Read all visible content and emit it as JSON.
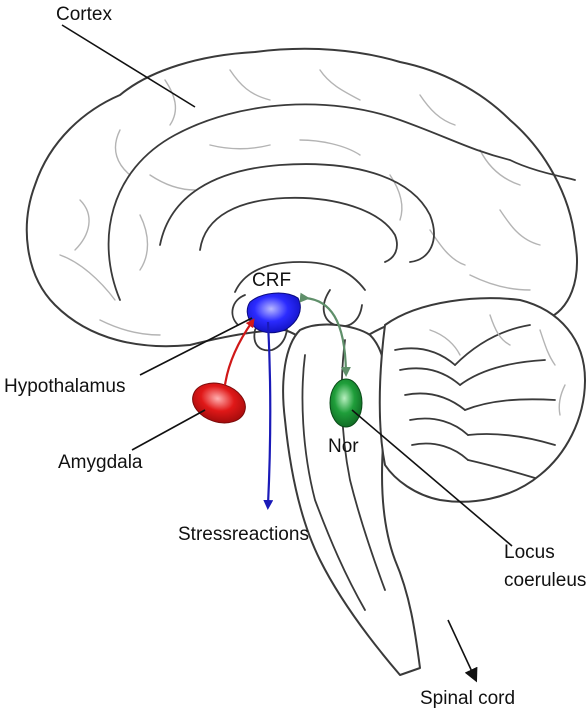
{
  "labels": {
    "cortex": "Cortex",
    "crf": "CRF",
    "hypothalamus": "Hypothalamus",
    "amygdala": "Amygdala",
    "nor": "Nor",
    "stressreactions": "Stressreactions",
    "locus_line1": "Locus",
    "locus_line2": "coeruleus",
    "spinal_cord": "Spinal cord"
  },
  "colors": {
    "hypothalamus": "#2b2bff",
    "amygdala": "#e01818",
    "locus_coeruleus": "#1f9e3a",
    "stress_arrow": "#1a1ab8",
    "nor_arrow": "#5f8f6a",
    "amygdala_arrow": "#d01818",
    "outline": "#3a3a3a"
  }
}
